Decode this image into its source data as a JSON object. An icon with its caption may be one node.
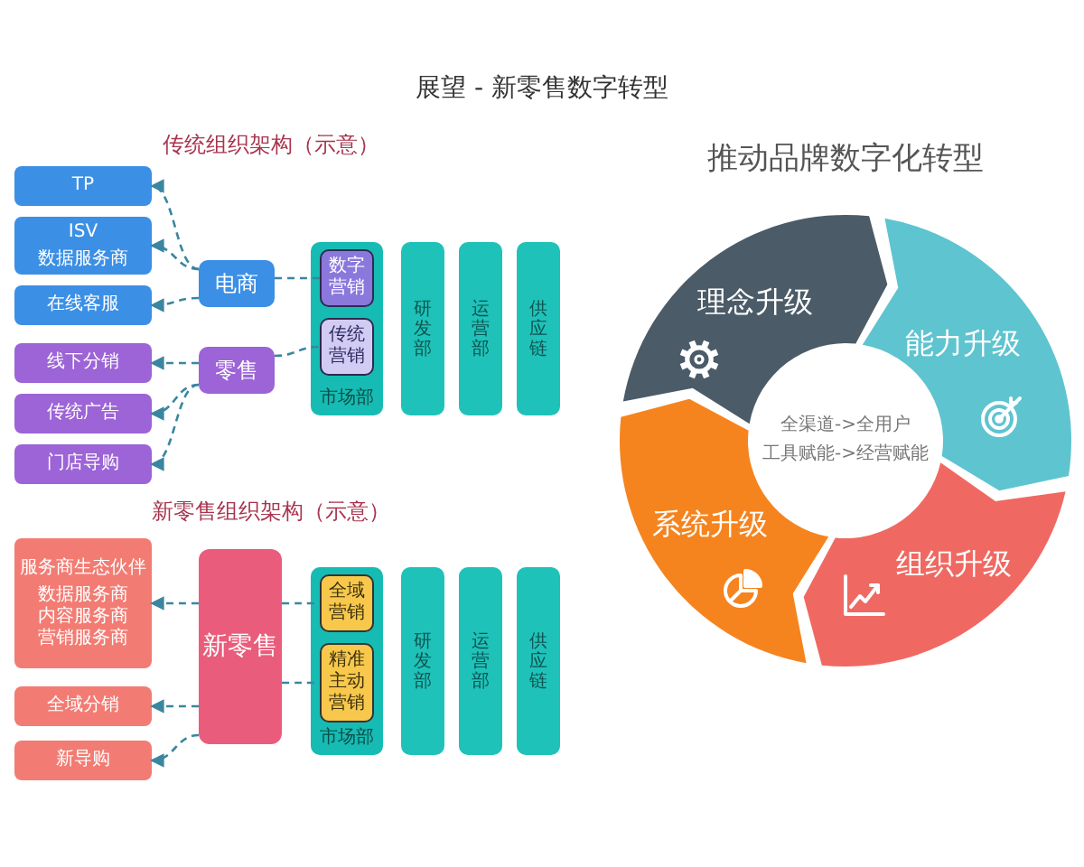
{
  "diagram": {
    "title": "展望 - 新零售数字转型",
    "nodes": [
      {
        "text": [
          "TP"
        ]
      },
      {
        "text": [
          "ISV",
          "数据服务商"
        ]
      },
      {
        "text": [
          "在线客服"
        ]
      },
      {
        "text": [
          "线下分销"
        ]
      },
      {
        "text": [
          "传统广告"
        ]
      },
      {
        "text": [
          "门店导购"
        ]
      },
      {
        "text": [
          "电商"
        ]
      },
      {
        "text": [
          "零售"
        ]
      },
      {
        "text": [
          "市场部"
        ]
      },
      {
        "text": [
          "数字营销"
        ],
        "in": 8
      },
      {
        "text": [
          "传统营销"
        ],
        "in": 8
      },
      {
        "text": [
          "研发部"
        ]
      },
      {
        "text": [
          "运营部"
        ]
      },
      {
        "text": [
          "供应链"
        ]
      },
      {
        "text": [
          "服务商生态伙伴",
          "数据服务商内容服务商营销服务商"
        ]
      },
      {
        "text": [
          "全域分销"
        ]
      },
      {
        "text": [
          "新导购"
        ]
      },
      {
        "text": [
          "新零售"
        ]
      },
      {
        "text": [
          "市场部"
        ]
      },
      {
        "text": [
          "全域营销"
        ],
        "in": 18
      },
      {
        "text": [
          "精准主动营销"
        ],
        "in": 18
      },
      {
        "text": [
          "研发部"
        ]
      },
      {
        "text": [
          "运营部"
        ]
      },
      {
        "text": [
          "供应链"
        ]
      },
      {
        "text": [
          "理念升级"
        ]
      },
      {
        "text": [
          "能力升级"
        ]
      },
      {
        "text": [
          "系统升级"
        ]
      },
      {
        "text": [
          "组织升级"
        ]
      }
    ],
    "edges": [
      {
        "from": 6,
        "to": 0,
        "arrow": "to",
        "style": "dashed"
      },
      {
        "from": 6,
        "to": 1,
        "arrow": "to",
        "style": "dashed"
      },
      {
        "from": 6,
        "to": 2,
        "arrow": "to",
        "style": "dashed"
      },
      {
        "from": 7,
        "to": 3,
        "arrow": "to",
        "style": "dashed"
      },
      {
        "from": 7,
        "to": 4,
        "arrow": "to",
        "style": "dashed"
      },
      {
        "from": 7,
        "to": 5,
        "arrow": "to",
        "style": "dashed"
      },
      {
        "from": 6,
        "to": 9,
        "arrow": "none",
        "style": "dashed"
      },
      {
        "from": 7,
        "to": 10,
        "arrow": "none",
        "style": "dashed"
      },
      {
        "from": 17,
        "to": 14,
        "arrow": "to",
        "style": "dashed"
      },
      {
        "from": 17,
        "to": 15,
        "arrow": "to",
        "style": "dashed"
      },
      {
        "from": 17,
        "to": 16,
        "arrow": "to",
        "style": "dashed"
      },
      {
        "from": 17,
        "to": 19,
        "arrow": "none",
        "style": "dashed"
      },
      {
        "from": 17,
        "to": 20,
        "arrow": "none",
        "style": "dashed"
      }
    ],
    "labels": [
      "传统组织架构（示意）",
      "推动品牌数字化转型",
      "全渠道->全用户",
      "工具赋能->经营赋能",
      "新零售组织架构（示意）"
    ]
  }
}
